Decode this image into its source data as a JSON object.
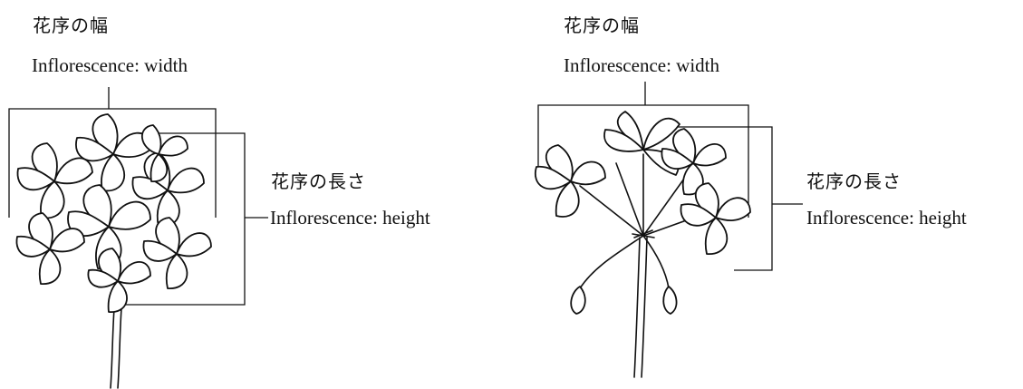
{
  "panels": [
    {
      "id": "left",
      "width_label_jp": "花序の幅",
      "width_label_en": "Inflorescence: width",
      "height_label_jp": "花序の長さ",
      "height_label_en": "Inflorescence: height"
    },
    {
      "id": "right",
      "width_label_jp": "花序の幅",
      "width_label_en": "Inflorescence: width",
      "height_label_jp": "花序の長さ",
      "height_label_en": "Inflorescence: height"
    }
  ]
}
